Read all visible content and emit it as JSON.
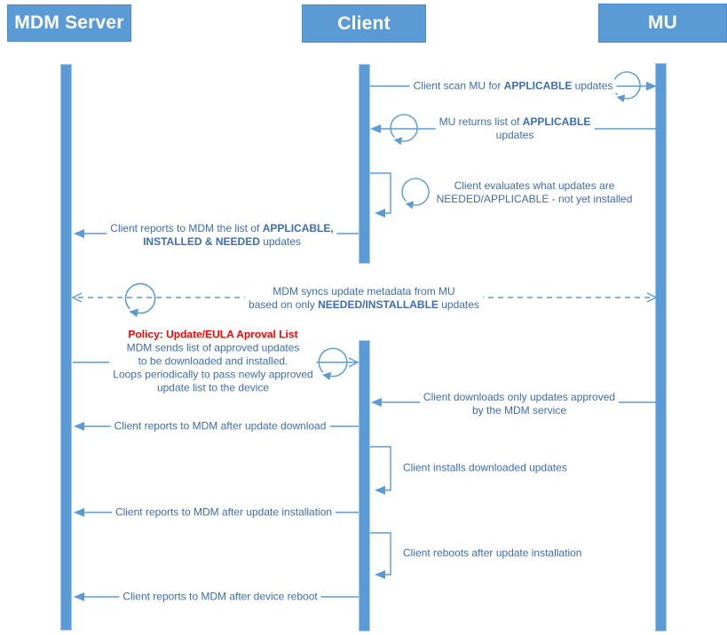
{
  "colors": {
    "accent": "#5b9bd5",
    "bar_border": "#a9c7e6",
    "label_text": "#3d6cb4",
    "policy_text": "#ff0000",
    "actor_text": "#ffffff"
  },
  "actors": {
    "mdm": {
      "label": "MDM Server"
    },
    "client": {
      "label": "Client"
    },
    "mu": {
      "label": "MU"
    }
  },
  "icons": {
    "loop": "circular-arrow-loop-icon"
  },
  "messages": {
    "scan": {
      "pre": "Client scan MU for ",
      "bold": "APPLICABLE",
      "post": " updates"
    },
    "returns": {
      "l1_pre": "MU returns list of ",
      "l1_bold": "APPLICABLE",
      "l2": "updates"
    },
    "evaluate": {
      "l1": "Client evaluates what updates are",
      "l2": "NEEDED/APPLICABLE - not yet installed"
    },
    "report_list": {
      "l1_pre": "Client reports to MDM the list of ",
      "l1_bold": "APPLICABLE,",
      "l2_bold": "INSTALLED & NEEDED",
      "l2_post": " updates"
    },
    "sync": {
      "l1": "MDM syncs update metadata from MU",
      "l2_pre": "based on only ",
      "l2_bold": "NEEDED/INSTALLABLE",
      "l2_post": " updates"
    },
    "policy": {
      "header": "Policy: Update/EULA Aproval List",
      "l1": "MDM sends list of approved updates",
      "l2": "to be downloaded and installed.",
      "l3": "Loops periodically to pass newly approved",
      "l4": "update list to the device"
    },
    "download": {
      "l1": "Client downloads only updates approved",
      "l2": "by the MDM service"
    },
    "report_download": {
      "text": "Client reports to MDM after update download"
    },
    "install": {
      "text": "Client installs downloaded updates"
    },
    "report_install": {
      "text": "Client reports to MDM after update installation"
    },
    "reboot": {
      "text": "Client reboots after update installation"
    },
    "report_reboot": {
      "text": "Client reports to MDM after device reboot"
    }
  }
}
